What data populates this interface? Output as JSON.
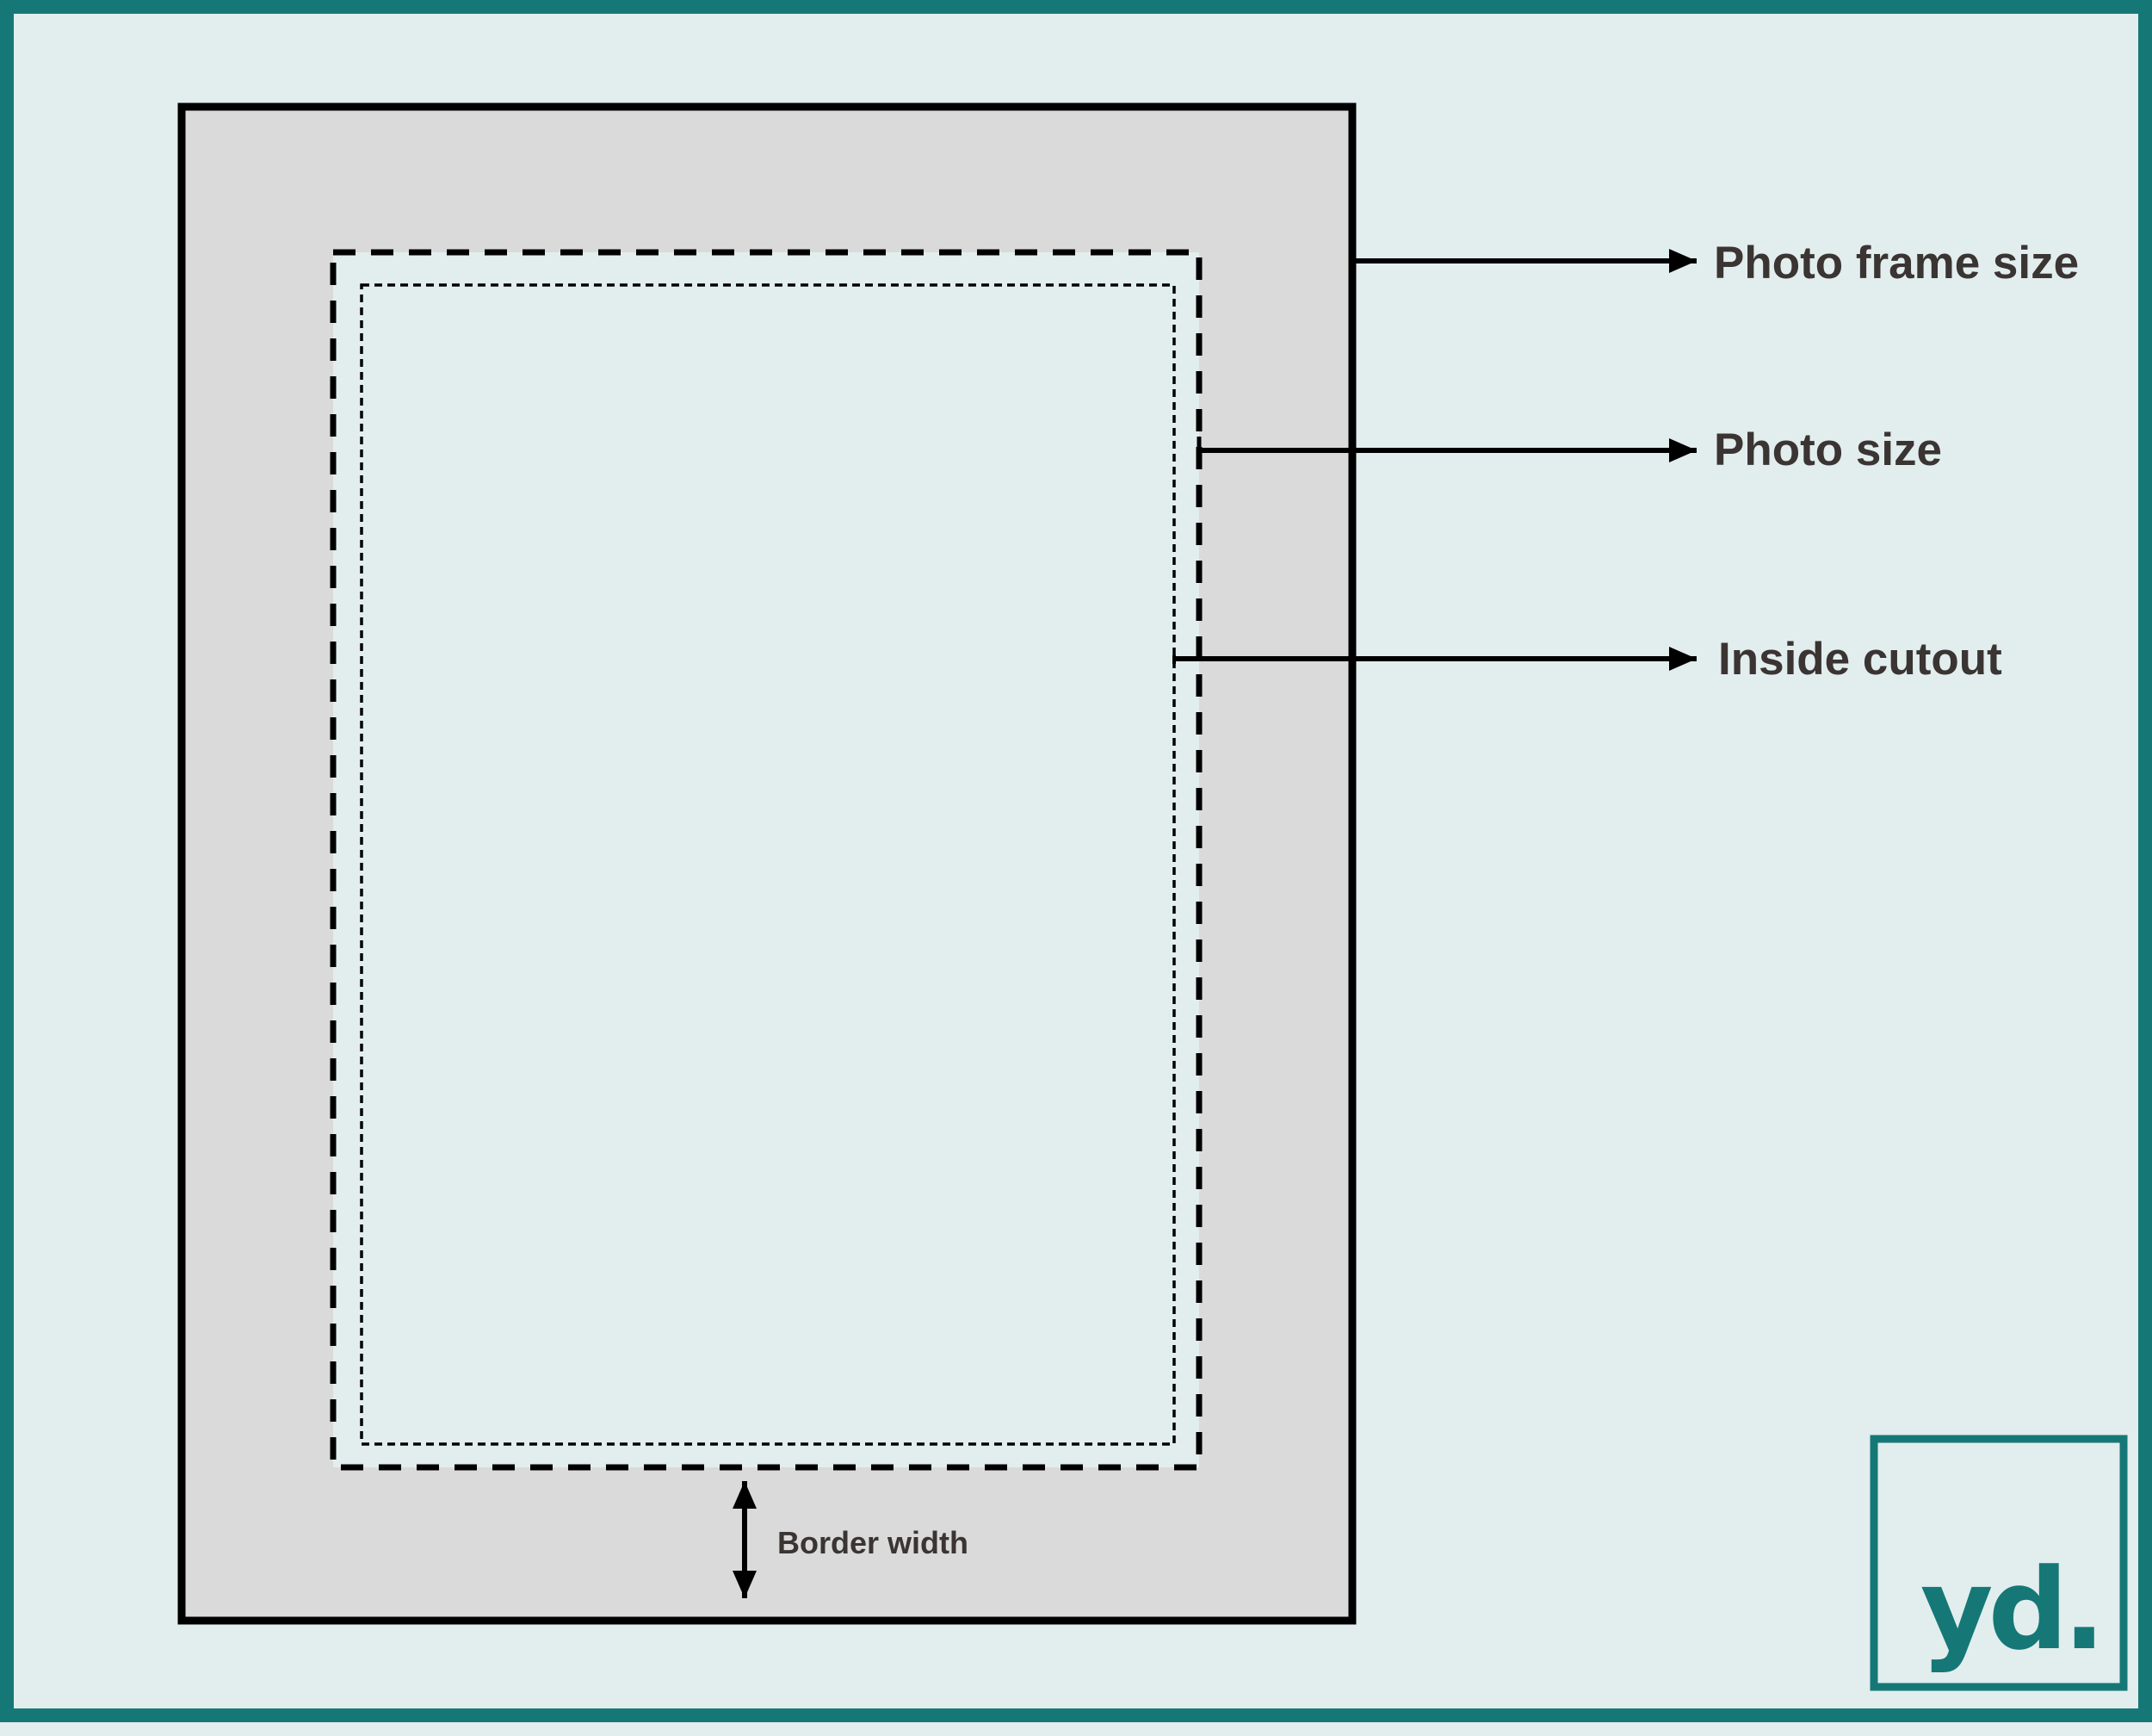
{
  "labels": {
    "photo_frame_size": "Photo frame size",
    "photo_size": "Photo size",
    "inside_cutout": "Inside cutout",
    "border_width": "Border width"
  },
  "logo": {
    "text": "yd."
  },
  "colors": {
    "background": "#e2edee",
    "brand_teal": "#157876",
    "frame_fill": "#dadada",
    "stroke": "#000000",
    "label_text": "#3a3432"
  }
}
